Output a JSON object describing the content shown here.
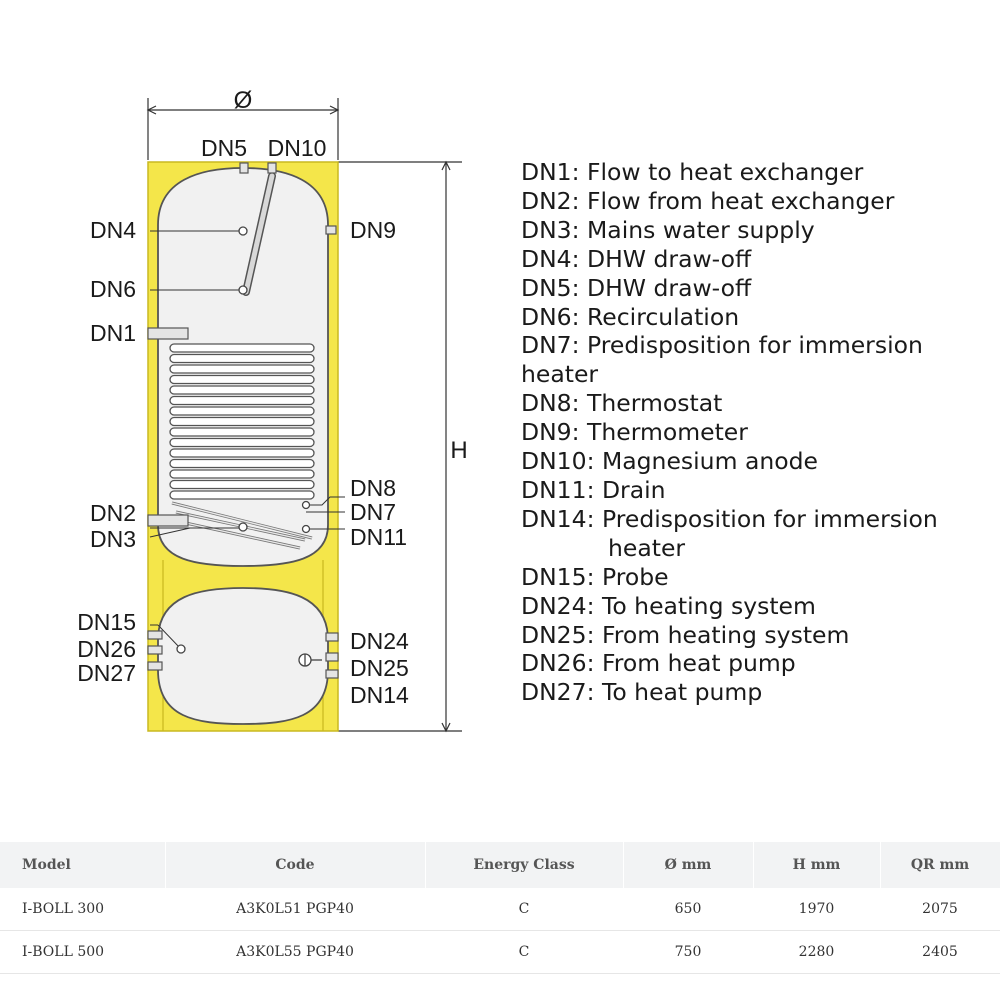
{
  "diagram": {
    "dimension_diameter": "Ø",
    "dimension_height": "H",
    "callouts": {
      "dn5": "DN5",
      "dn10": "DN10",
      "dn4": "DN4",
      "dn9": "DN9",
      "dn6": "DN6",
      "dn1": "DN1",
      "dn8": "DN8",
      "dn7": "DN7",
      "dn2": "DN2",
      "dn3": "DN3",
      "dn11": "DN11",
      "dn15": "DN15",
      "dn26": "DN26",
      "dn27": "DN27",
      "dn24": "DN24",
      "dn25": "DN25",
      "dn14": "DN14"
    },
    "colors": {
      "insulation": "#f4e64a",
      "insulation_edge": "#c9b820",
      "tank": "#f1f1f1",
      "tank_edge": "#555555"
    }
  },
  "legend": [
    "DN1: Flow to heat exchanger",
    "DN2: Flow from heat exchanger",
    "DN3: Mains water supply",
    "DN4: DHW draw-off",
    "DN5: DHW draw-off",
    "DN6: Recirculation",
    "DN7: Predisposition for immersion heater",
    "DN8: Thermostat",
    "DN9: Thermometer",
    "DN10: Magnesium anode",
    "DN11: Drain",
    "DN14: Predisposition for immersion heater",
    "DN15: Probe",
    "DN24: To heating system",
    "DN25: From heating system",
    "DN26: From heat pump",
    "DN27: To heat pump"
  ],
  "specs": {
    "headers": [
      "Model",
      "Code",
      "Energy Class",
      "Ø mm",
      "H mm",
      "QR mm"
    ],
    "rows": [
      [
        "I-BOLL 300",
        "A3K0L51 PGP40",
        "C",
        "650",
        "1970",
        "2075"
      ],
      [
        "I-BOLL 500",
        "A3K0L55 PGP40",
        "C",
        "750",
        "2280",
        "2405"
      ]
    ]
  }
}
